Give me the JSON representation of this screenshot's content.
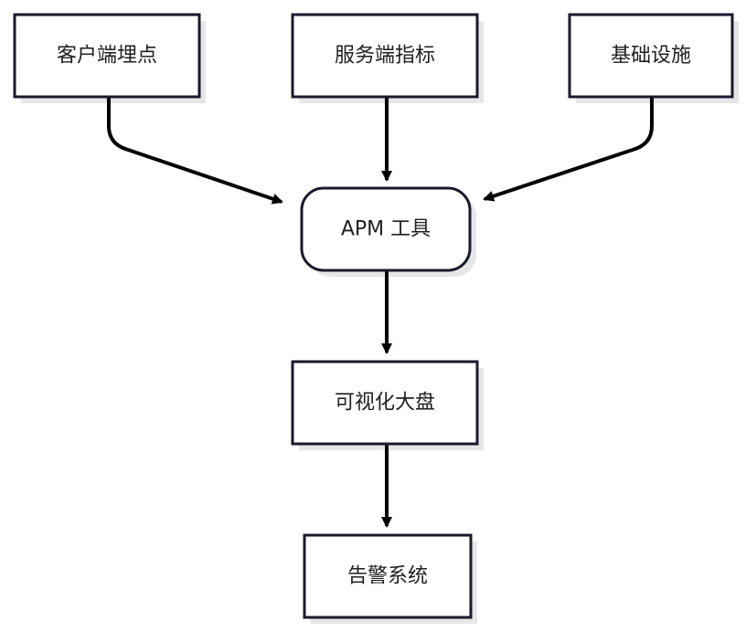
{
  "diagram": {
    "nodes": {
      "client_instrumentation": "客户端埋点",
      "server_metrics": "服务端指标",
      "infrastructure": "基础设施",
      "apm_tool": "APM 工具",
      "dashboard": "可视化大盘",
      "alert_system": "告警系统"
    },
    "edges": [
      {
        "from": "客户端埋点",
        "to": "APM 工具"
      },
      {
        "from": "服务端指标",
        "to": "APM 工具"
      },
      {
        "from": "基础设施",
        "to": "APM 工具"
      },
      {
        "from": "APM 工具",
        "to": "可视化大盘"
      },
      {
        "from": "可视化大盘",
        "to": "告警系统"
      }
    ],
    "colors": {
      "stroke": "#1a1a2e",
      "shadow": "#e6e6e6",
      "fill": "#ffffff",
      "text": "#1f1f1f"
    }
  }
}
